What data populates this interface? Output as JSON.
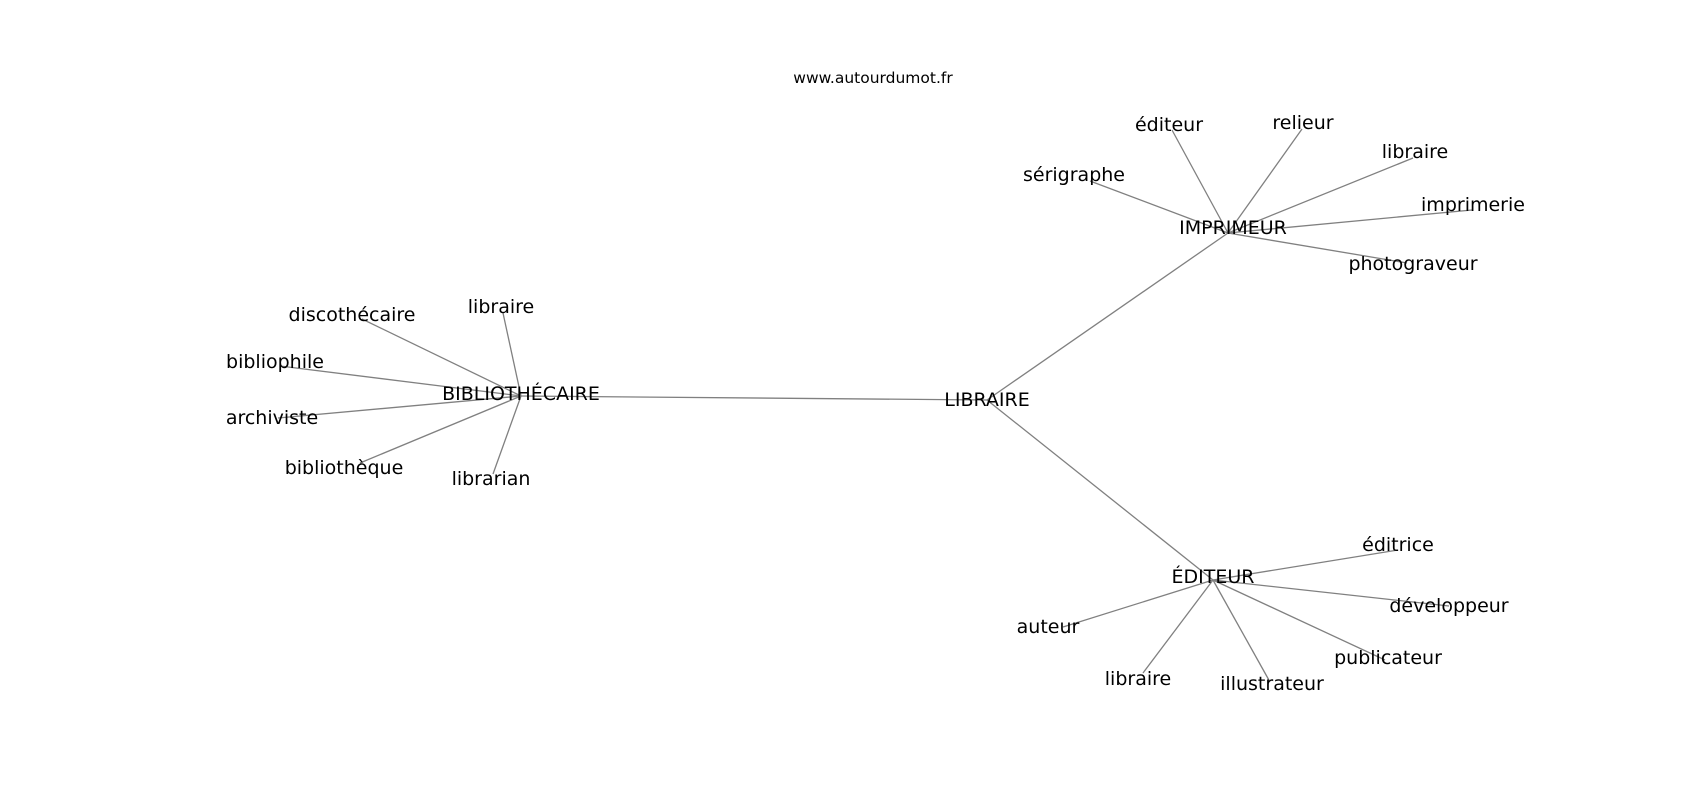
{
  "watermark": "www.autourdumot.fr",
  "colors": {
    "edge": "#808080",
    "text": "#000000",
    "background": "#ffffff"
  },
  "graph": {
    "center": "LIBRAIRE",
    "hubs": [
      {
        "label": "BIBLIOTHÉCAIRE",
        "leaves": [
          "librarian",
          "bibliothèque",
          "archiviste",
          "bibliophile",
          "discothécaire",
          "libraire"
        ]
      },
      {
        "label": "IMPRIMEUR",
        "leaves": [
          "sérigraphe",
          "éditeur",
          "relieur",
          "libraire",
          "imprimerie",
          "photograveur"
        ]
      },
      {
        "label": "ÉDITEUR",
        "leaves": [
          "éditrice",
          "développeur",
          "publicateur",
          "illustrateur",
          "libraire",
          "auteur"
        ]
      }
    ]
  }
}
